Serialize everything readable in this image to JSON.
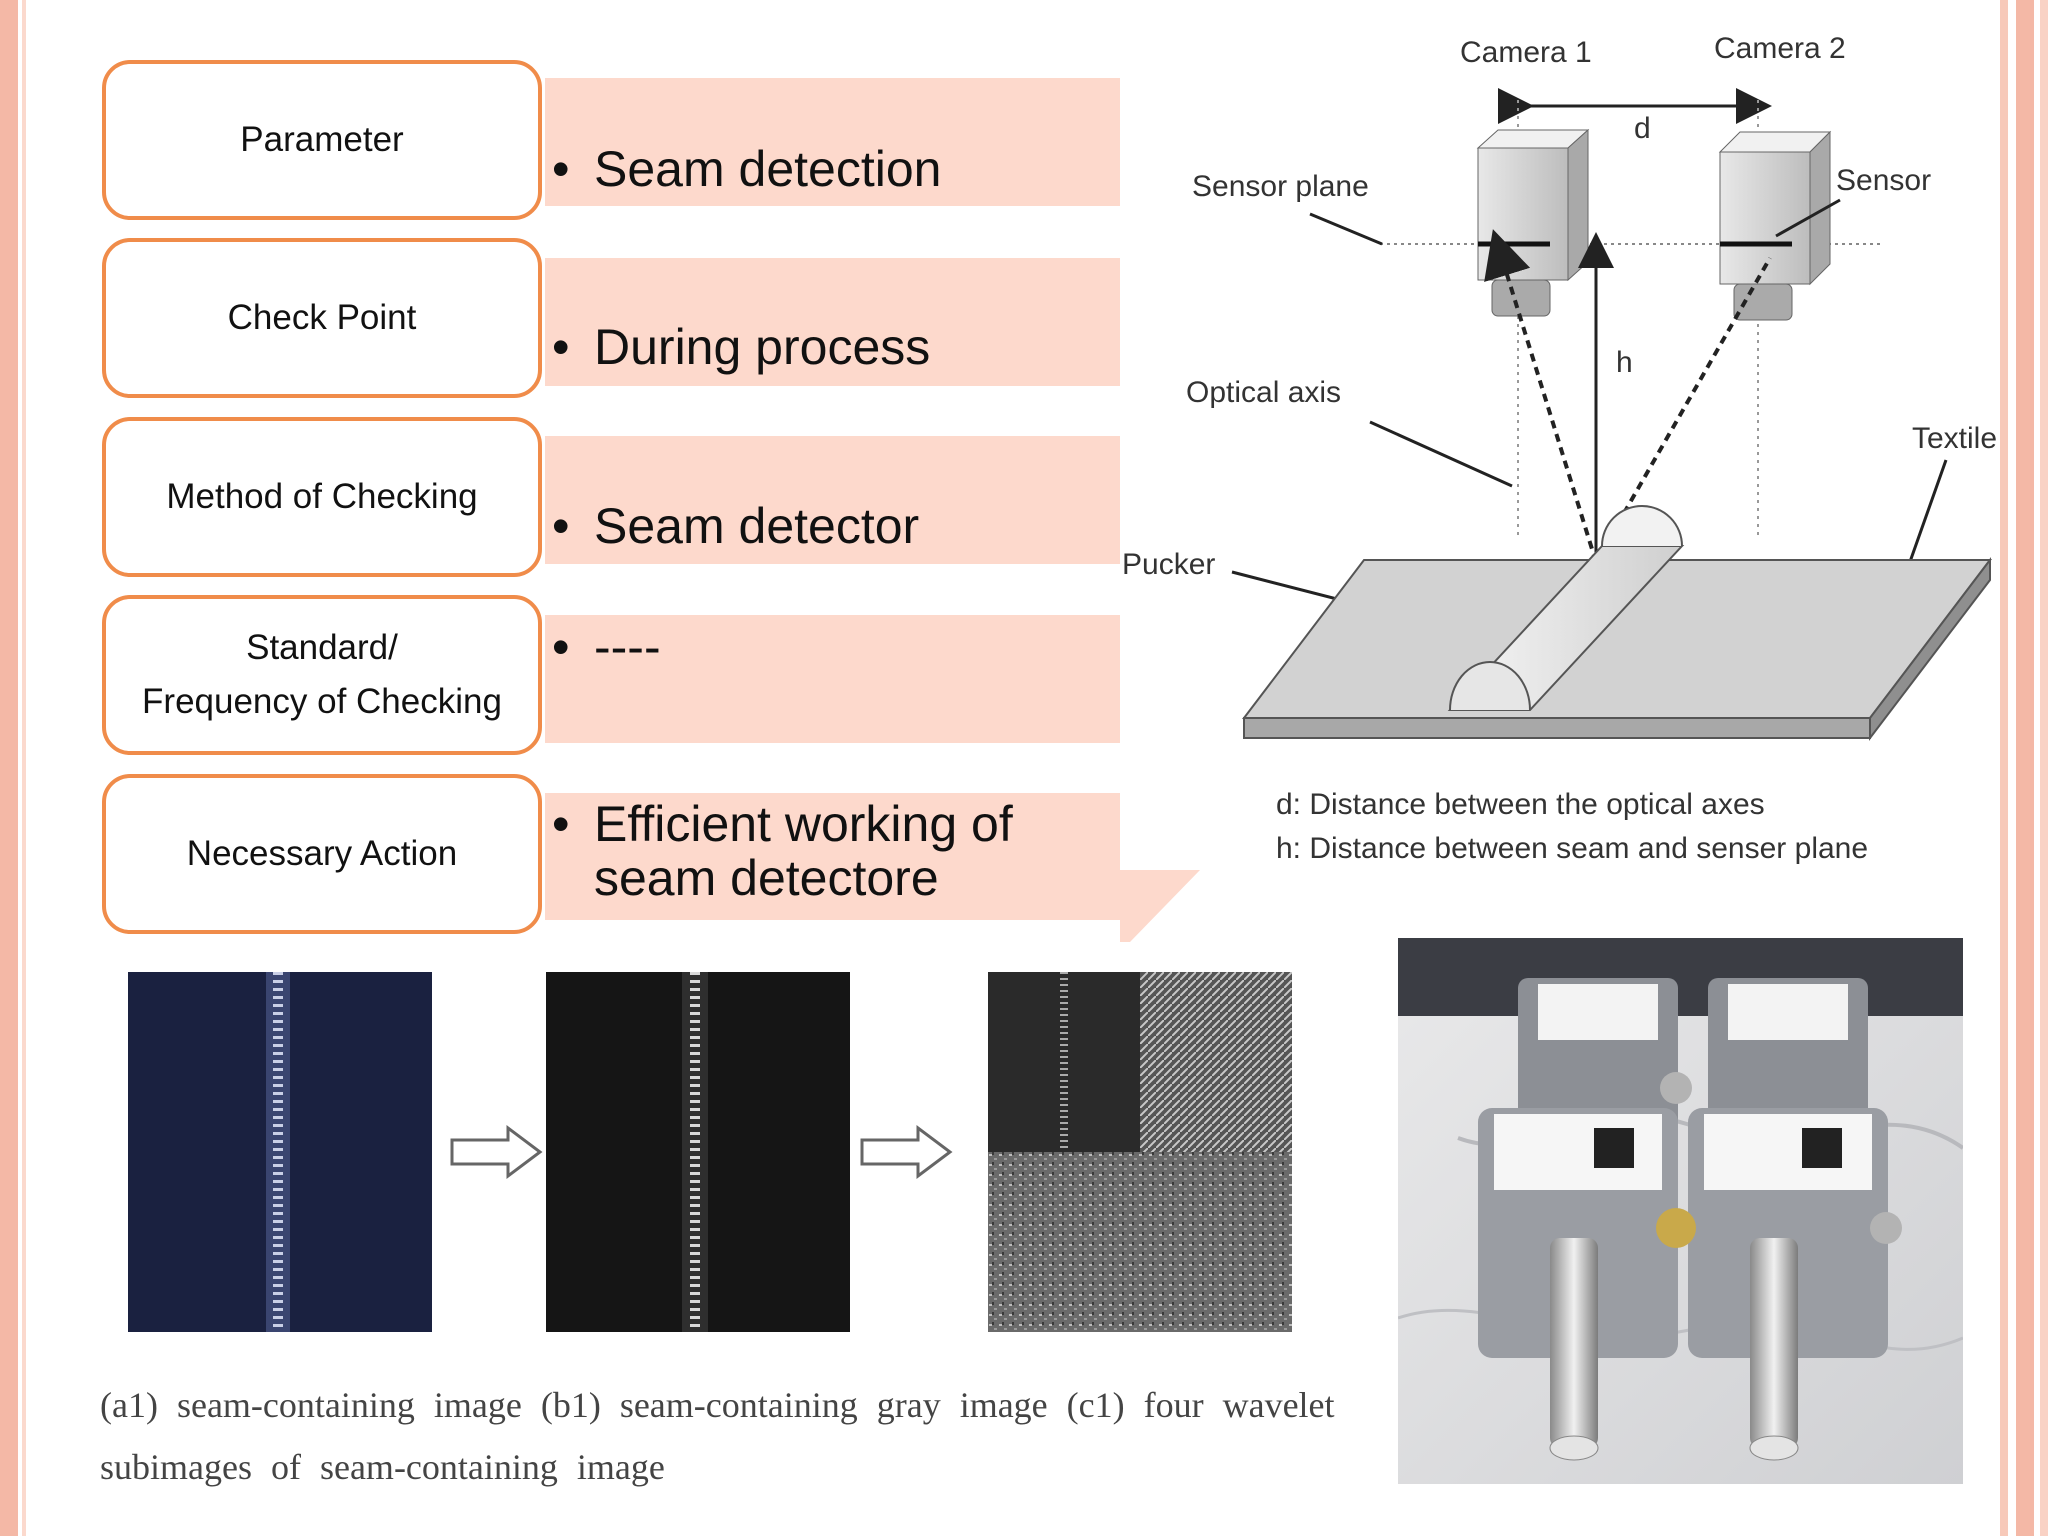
{
  "rows": [
    {
      "label": "Parameter",
      "value": "Seam detection"
    },
    {
      "label": "Check Point",
      "value": "During process"
    },
    {
      "label": "Method of Checking",
      "value": "Seam detector"
    },
    {
      "label": "Standard/\nFrequency of Checking",
      "value": "----"
    },
    {
      "label": "Necessary Action",
      "value": "Efficient working of\nseam detectore"
    }
  ],
  "diagram": {
    "camera1": "Camera 1",
    "camera2": "Camera 2",
    "d": "d",
    "h": "h",
    "sensor_plane": "Sensor plane",
    "sensor": "Sensor",
    "optical_axis": "Optical axis",
    "textile": "Textile",
    "pucker": "Pucker",
    "legend_d": "d: Distance between the optical axes",
    "legend_h": "h: Distance between seam and senser plane"
  },
  "seam_caption": "(a1)  seam-containing  image  (b1) seam-containing  gray  image  (c1) four  wavelet subimages of  seam-containing image",
  "colors": {
    "accent_border": "#f08c4a",
    "value_fill": "#fdd9cc",
    "slide_border": "#f4b8a6"
  }
}
